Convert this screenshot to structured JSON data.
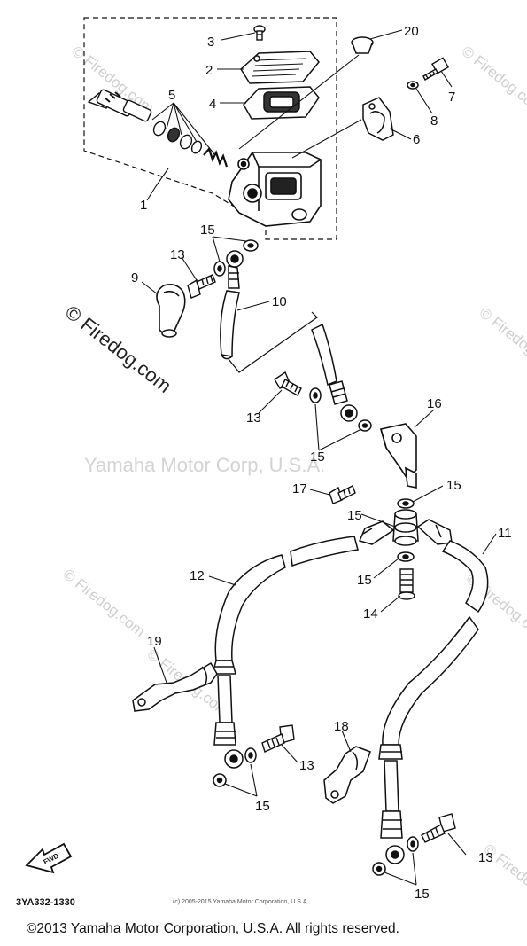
{
  "watermarks": {
    "center_text": "Yamaha Motor Corp, U.S.A.",
    "diag_text": "© Firedog.com"
  },
  "callouts": [
    "1",
    "2",
    "3",
    "4",
    "5",
    "6",
    "7",
    "8",
    "9",
    "10",
    "11",
    "12",
    "13",
    "14",
    "15",
    "16",
    "17",
    "18",
    "19",
    "20"
  ],
  "part_code": "3YA332-1330",
  "small_copyright": "(c) 2005-2015 Yamaha Motor Corporation, U.S.A.",
  "fwd_label": "FWD",
  "footer": "©2013 Yamaha Motor Corporation, U.S.A. All rights reserved."
}
